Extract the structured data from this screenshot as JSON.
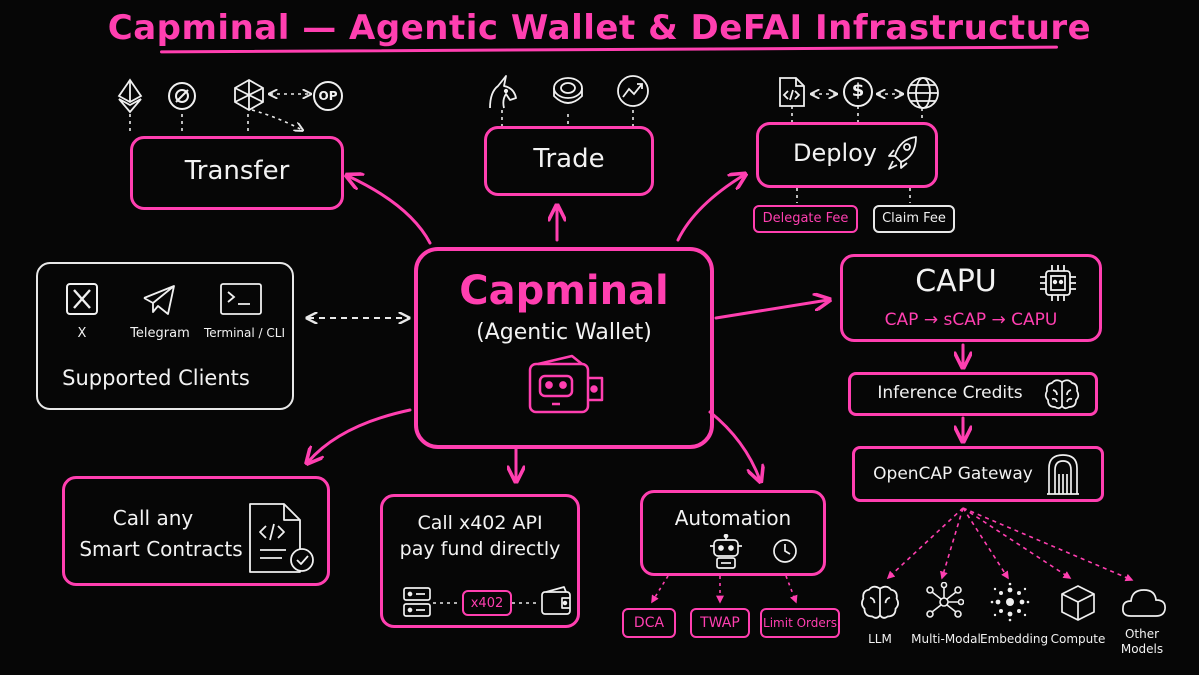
{
  "title": "Capminal — Agentic Wallet & DeFAI Infrastructure",
  "colors": {
    "accent": "#ff3fb0",
    "ink": "#f2f2f2",
    "background": "#060606"
  },
  "center": {
    "name": "Capminal",
    "subtitle": "(Agentic Wallet)",
    "icon": "wallet-robot-icon"
  },
  "transfer": {
    "label": "Transfer",
    "chains": [
      "ethereum-icon",
      "chain-ring-icon",
      "polygon-icon",
      "OP"
    ]
  },
  "trade": {
    "label": "Trade",
    "icons": [
      "unicorn-icon",
      "coin-stack-icon",
      "chart-trend-icon"
    ]
  },
  "deploy": {
    "label": "Deploy",
    "icons": [
      "code-file-icon",
      "dollar-coin-icon",
      "globe-icon",
      "rocket-icon"
    ],
    "delegate_fee": "Delegate Fee",
    "claim_fee": "Claim Fee"
  },
  "clients": {
    "title": "Supported Clients",
    "items": [
      {
        "label": "X",
        "icon": "x-logo-icon"
      },
      {
        "label": "Telegram",
        "icon": "telegram-icon"
      },
      {
        "label": "Terminal / CLI",
        "icon": "terminal-icon"
      }
    ]
  },
  "capu": {
    "title": "CAPU",
    "flow": "CAP → sCAP → CAPU",
    "icon": "chip-icon"
  },
  "inference": {
    "label": "Inference Credits",
    "icon": "brain-icon"
  },
  "gateway": {
    "label": "OpenCAP Gateway",
    "icon": "gateway-arch-icon"
  },
  "models": [
    {
      "label": "LLM",
      "icon": "brain-icon"
    },
    {
      "label": "Multi-Modal",
      "icon": "network-icon"
    },
    {
      "label": "Embedding",
      "icon": "embedding-dots-icon"
    },
    {
      "label": "Compute",
      "icon": "cube-icon"
    },
    {
      "label": "Other Models",
      "icon": "cloud-icon"
    }
  ],
  "contracts": {
    "line1": "Call any",
    "line2": "Smart Contracts",
    "icon": "code-document-icon"
  },
  "x402": {
    "line1": "Call x402 API",
    "line2": "pay fund directly",
    "tag": "x402"
  },
  "automation": {
    "label": "Automation",
    "orders": [
      "DCA",
      "TWAP",
      "Limit Orders"
    ]
  }
}
